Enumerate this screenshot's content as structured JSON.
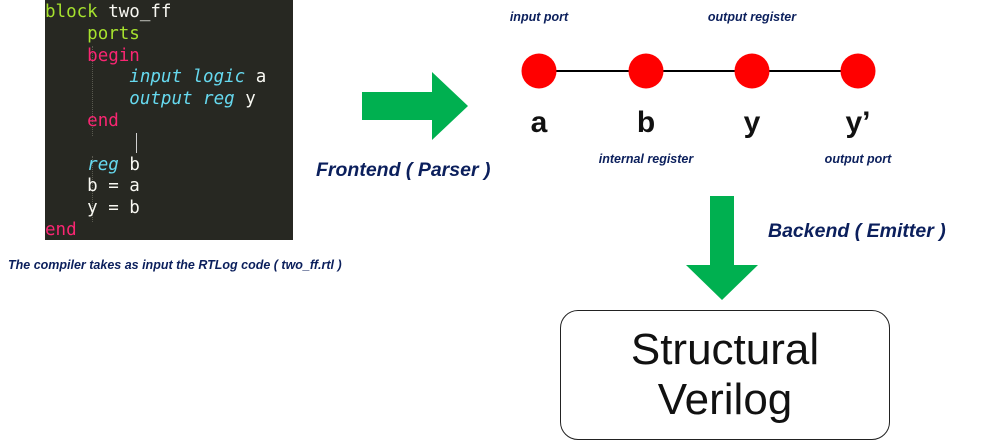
{
  "code": {
    "lines": [
      [
        {
          "t": "block ",
          "c": "kw-green"
        },
        {
          "t": "two_ff",
          "c": "ident"
        }
      ],
      [
        {
          "t": "    ",
          "c": "ident"
        },
        {
          "t": "ports",
          "c": "kw-green"
        }
      ],
      [
        {
          "t": "    ",
          "c": "ident"
        },
        {
          "t": "begin",
          "c": "kw-pink"
        }
      ],
      [
        {
          "t": "        ",
          "c": "ident"
        },
        {
          "t": "input logic ",
          "c": "kw-cyan"
        },
        {
          "t": "a",
          "c": "ident"
        }
      ],
      [
        {
          "t": "        ",
          "c": "ident"
        },
        {
          "t": "output reg ",
          "c": "kw-cyan"
        },
        {
          "t": "y",
          "c": "ident"
        }
      ],
      [
        {
          "t": "    ",
          "c": "ident"
        },
        {
          "t": "end",
          "c": "kw-pink"
        }
      ],
      [
        {
          "t": "",
          "c": "ident"
        }
      ],
      [
        {
          "t": "    ",
          "c": "ident"
        },
        {
          "t": "reg ",
          "c": "kw-cyan"
        },
        {
          "t": "b",
          "c": "ident"
        }
      ],
      [
        {
          "t": "    b = a",
          "c": "ident"
        }
      ],
      [
        {
          "t": "    y = b",
          "c": "ident"
        }
      ],
      [
        {
          "t": "end",
          "c": "kw-pink"
        }
      ]
    ]
  },
  "caption": "The compiler takes as input the RTLog code ( two_ff.rtl )",
  "frontend_label": "Frontend ( Parser )",
  "backend_label": "Backend ( Emitter )",
  "graph": {
    "nodes": [
      {
        "letter": "a",
        "label": "input port",
        "label_pos": "top"
      },
      {
        "letter": "b",
        "label": "internal register",
        "label_pos": "bottom"
      },
      {
        "letter": "y",
        "label": "output register",
        "label_pos": "top"
      },
      {
        "letter": "y’",
        "label": "output port",
        "label_pos": "bottom"
      }
    ]
  },
  "output": {
    "line1": "Structural",
    "line2": "Verilog"
  },
  "colors": {
    "arrow": "#00b050",
    "node": "#ff0000",
    "label": "#0b1f5c",
    "code_bg": "#272822"
  }
}
